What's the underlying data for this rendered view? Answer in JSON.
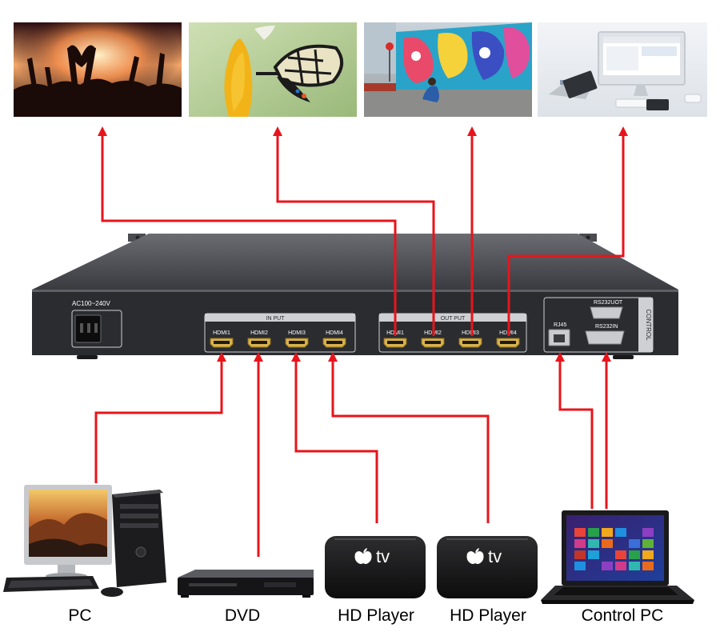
{
  "device": {
    "power_label": "AC100~240V",
    "input_group_label": "IN PUT",
    "output_group_label": "OUT PUT",
    "control_group_label": "CONTROL",
    "rs232_out_label": "RS232UOT",
    "rs232_in_label": "RS232IN",
    "rj45_label": "RJ45",
    "input_ports": [
      "HDMI1",
      "HDMI2",
      "HDMI3",
      "HDMI4"
    ],
    "output_ports": [
      "HDMI1",
      "HDMI2",
      "HDMI3",
      "HDMI4"
    ]
  },
  "displays": [
    {
      "subject": "concert crowd with raised hands"
    },
    {
      "subject": "butterfly on yellow flower"
    },
    {
      "subject": "child painting street mural"
    },
    {
      "subject": "desk with monitor, laptop and tablet"
    }
  ],
  "sources": [
    {
      "label": "PC",
      "icon": "desktop-pc-icon"
    },
    {
      "label": "DVD",
      "icon": "dvd-player-icon"
    },
    {
      "label": "HD Player",
      "icon": "apple-tv-icon",
      "brand": "tv"
    },
    {
      "label": "HD Player",
      "icon": "apple-tv-icon",
      "brand": "tv"
    },
    {
      "label": "Control PC",
      "icon": "laptop-icon"
    }
  ],
  "colors": {
    "signal_line": "#e8141b",
    "chassis": "#2b2c30",
    "chassis_top": "#505258",
    "panel_outline": "#cfd0d3"
  }
}
